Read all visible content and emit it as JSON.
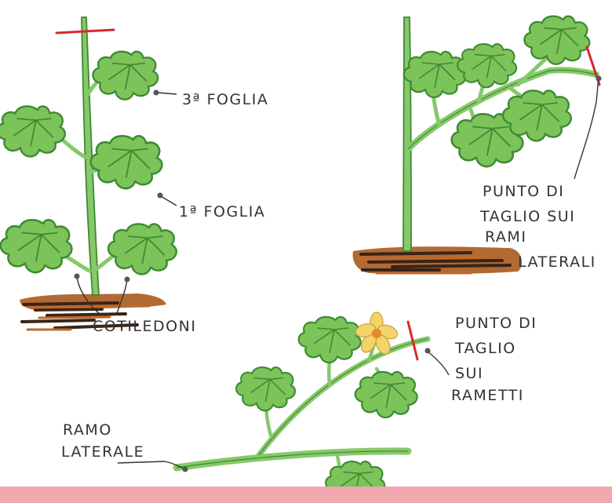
{
  "labels": {
    "leaf3": "3ª FOGLIA",
    "leaf1": "1ª FOGLIA",
    "cotyledons": "COTILEDONI",
    "cut_lateral": [
      "PUNTO DI",
      "TAGLIO SUI",
      "RAMI",
      "LATERALI"
    ],
    "cut_twigs": [
      "PUNTO DI",
      "TAGLIO",
      "SUI",
      "RAMETTI"
    ],
    "lateral_branch": [
      "RAMO",
      "LATERALE"
    ]
  },
  "colors": {
    "leaf": "#7cc35a",
    "leaf_dark": "#3f8a32",
    "stem": "#86c96a",
    "soil": "#a85a1e",
    "soil_dark": "#3a2416",
    "cut_mark": "#d42a2a",
    "flower": "#f3d36a",
    "flower_center": "#e58a2a",
    "ink": "#333333",
    "bottom_band": "#f0a7ad"
  }
}
